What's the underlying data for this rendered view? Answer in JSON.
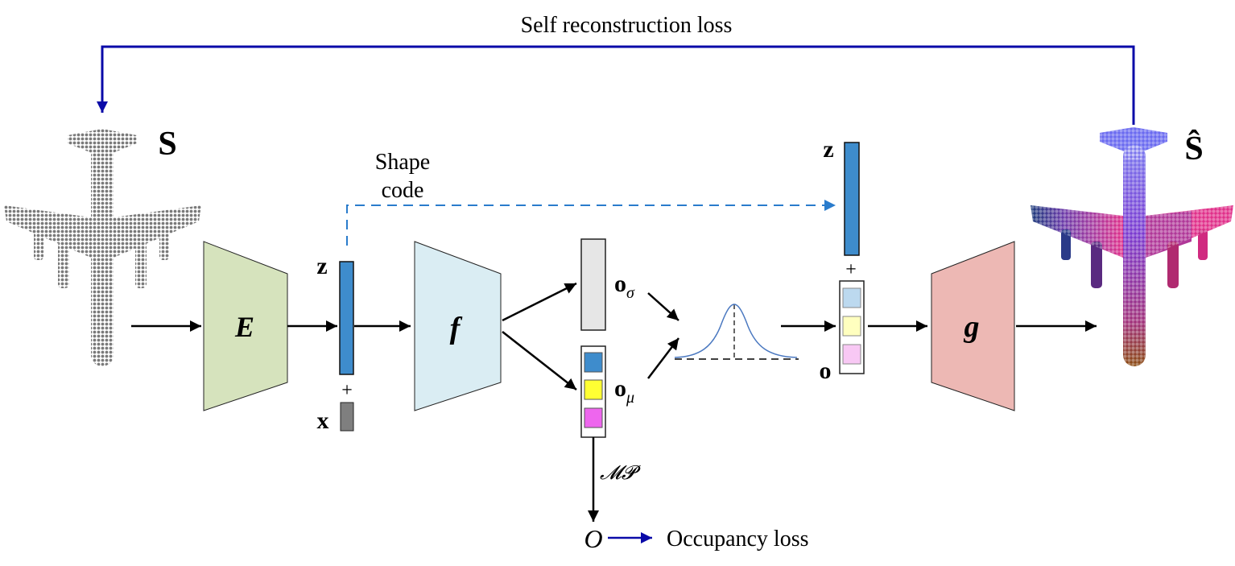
{
  "labels": {
    "self_recon_loss": "Self reconstruction loss",
    "input_shape": "S",
    "output_shape": "Ŝ",
    "shape_code_line1": "Shape",
    "shape_code_line2": "code",
    "encoder": "E",
    "mlp_f": "f",
    "decoder": "g",
    "latent_z": "z",
    "latent_z_right": "z",
    "query_x": "x",
    "plus": "+",
    "plus_right": "+",
    "o_sigma_base": "o",
    "o_sigma_sub": "σ",
    "o_mu_base": "o",
    "o_mu_sub": "μ",
    "o_right": "o",
    "mp": "𝓜𝓟",
    "occupancy_symbol": "O",
    "occupancy_loss": "Occupancy loss"
  },
  "colors": {
    "encoder_fill": "#d6e3bd",
    "f_fill": "#daedf3",
    "g_fill": "#edb8b4",
    "latent_fill": "#3e8ccc",
    "x_fill": "#7f7f7f",
    "o_sigma_fill": "#e6e6e6",
    "cell_blue": "#3e8ccc",
    "cell_yellow": "#ffff33",
    "cell_magenta": "#ee66ee",
    "cell_blue_light": "#bcd9ef",
    "cell_yellow_light": "#ffffbf",
    "cell_magenta_light": "#f8c8f4",
    "loss_arrow": "#0a0aa8",
    "shape_code_dash": "#2a7ccc",
    "gaussian": "#4a78c0",
    "point_gray": "#7a7a7a"
  }
}
